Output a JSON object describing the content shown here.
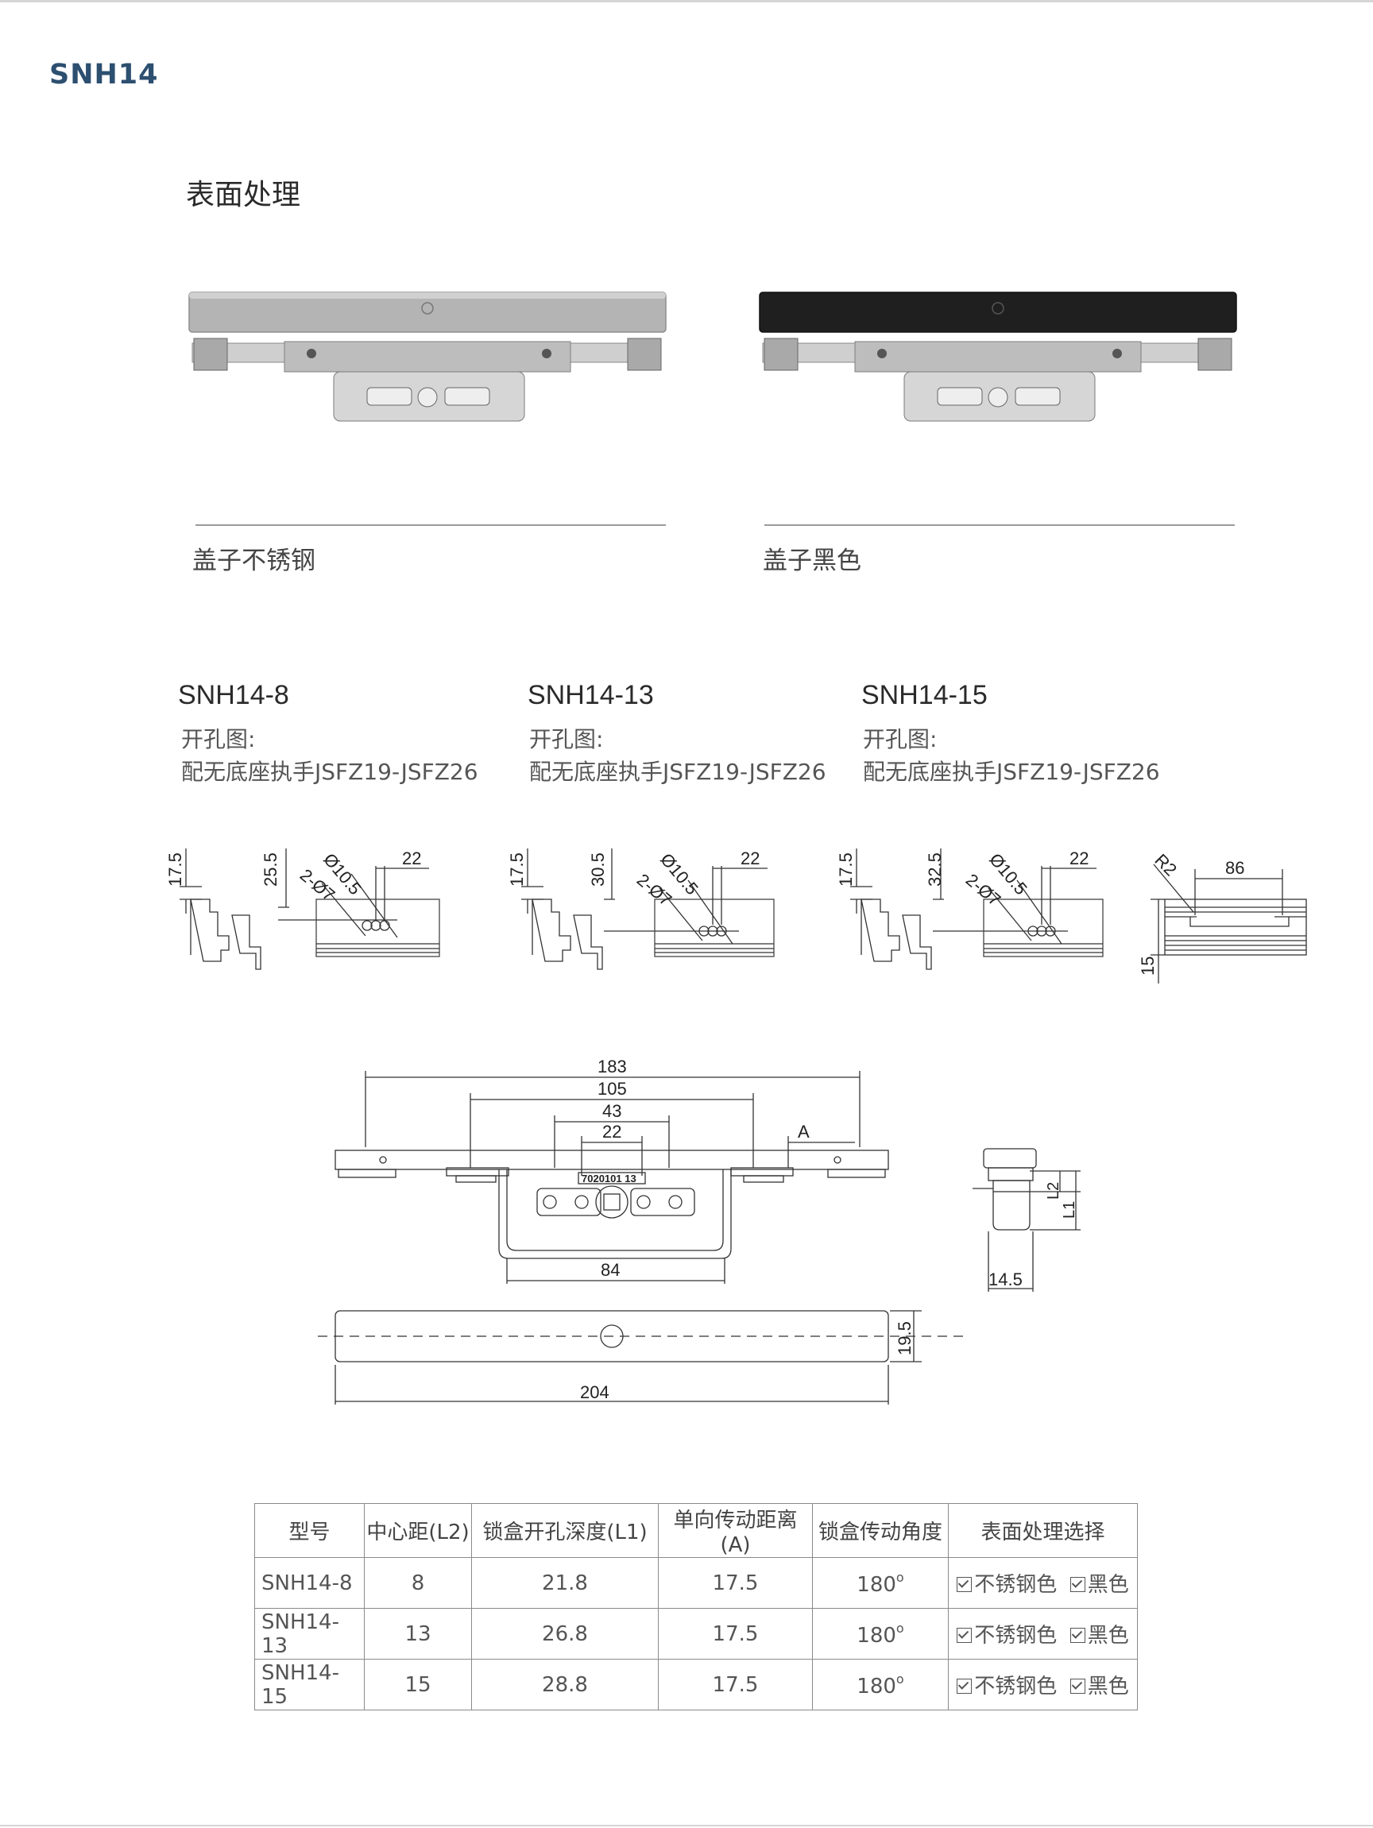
{
  "header": {
    "product_code": "SNH14"
  },
  "surface": {
    "title": "表面处理",
    "options": [
      {
        "caption": "盖子不锈钢",
        "cover_color": "#b4b4b4"
      },
      {
        "caption": "盖子黑色",
        "cover_color": "#1f1f1f"
      }
    ]
  },
  "cutouts": [
    {
      "model": "SNH14-8",
      "label": "开孔图:",
      "desc": "配无底座执手JSFZ19-JSFZ26",
      "dims": {
        "h1": "17.5",
        "h2": "25.5",
        "dia_big": "Ø10.5",
        "dia_small": "2-Ø7",
        "w": "22"
      }
    },
    {
      "model": "SNH14-13",
      "label": "开孔图:",
      "desc": "配无底座执手JSFZ19-JSFZ26",
      "dims": {
        "h1": "17.5",
        "h2": "30.5",
        "dia_big": "Ø10.5",
        "dia_small": "2-Ø7",
        "w": "22"
      }
    },
    {
      "model": "SNH14-15",
      "label": "开孔图:",
      "desc": "配无底座执手JSFZ19-JSFZ26",
      "dims": {
        "h1": "17.5",
        "h2": "32.5",
        "dia_big": "Ø10.5",
        "dia_small": "2-Ø7",
        "w": "22"
      }
    }
  ],
  "end_view": {
    "radius": "R2",
    "width": "86",
    "height": "15"
  },
  "drawing": {
    "overall": "183",
    "hole_span": "105",
    "box_span": "43",
    "center": "22",
    "travel": "A",
    "box_width": "84",
    "cover_length": "204",
    "cover_height": "19.5",
    "stamp": "7020101 13",
    "side": {
      "l2": "L2",
      "l1": "L1",
      "width": "14.5"
    }
  },
  "table": {
    "headers": [
      "型号",
      "中心距(L2)",
      "锁盒开孔深度(L1)",
      "单向传动距离(A)",
      "锁盒传动角度",
      "表面处理选择"
    ],
    "rows": [
      {
        "model": "SNH14-8",
        "l2": "8",
        "l1": "21.8",
        "a": "17.5",
        "angle": "180",
        "deg": "o",
        "f1": "不锈钢色",
        "f2": "黑色"
      },
      {
        "model": "SNH14-13",
        "l2": "13",
        "l1": "26.8",
        "a": "17.5",
        "angle": "180",
        "deg": "o",
        "f1": "不锈钢色",
        "f2": "黑色"
      },
      {
        "model": "SNH14-15",
        "l2": "15",
        "l1": "28.8",
        "a": "17.5",
        "angle": "180",
        "deg": "o",
        "f1": "不锈钢色",
        "f2": "黑色"
      }
    ]
  }
}
